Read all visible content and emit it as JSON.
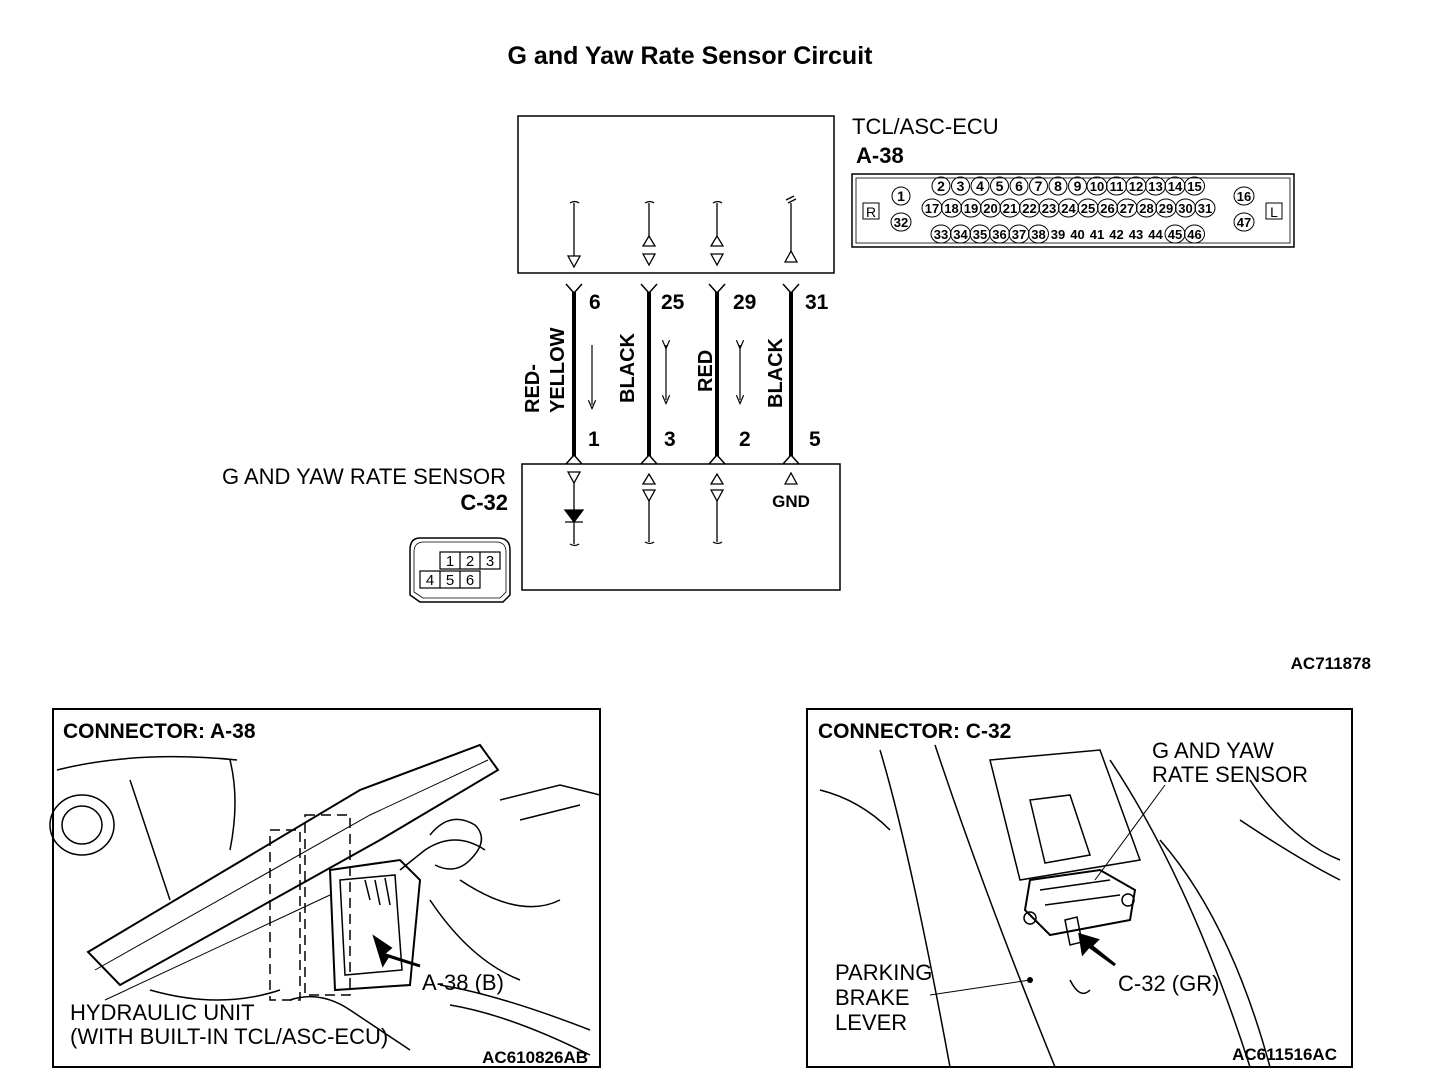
{
  "title": "G and Yaw Rate Sensor Circuit",
  "ecu": {
    "name": "TCL/ASC-ECU",
    "connector": "A-38",
    "side_left": "R",
    "side_right": "L",
    "pins_row1": [
      "2",
      "3",
      "4",
      "5",
      "6",
      "7",
      "8",
      "9",
      "10",
      "11",
      "12",
      "13",
      "14",
      "15"
    ],
    "pins_row2": [
      "17",
      "18",
      "19",
      "20",
      "21",
      "22",
      "23",
      "24",
      "25",
      "26",
      "27",
      "28",
      "29",
      "30",
      "31"
    ],
    "pins_row3": [
      "33",
      "34",
      "35",
      "36",
      "37",
      "38",
      "39",
      "40",
      "41",
      "42",
      "43",
      "44",
      "45",
      "46"
    ],
    "pins_left": [
      "1",
      "32"
    ],
    "pins_right": [
      "16",
      "47"
    ]
  },
  "wires": [
    {
      "ecu_pin": "6",
      "sensor_pin": "1",
      "color_line1": "RED-",
      "color_line2": "YELLOW"
    },
    {
      "ecu_pin": "25",
      "sensor_pin": "3",
      "color_line1": "BLACK",
      "color_line2": ""
    },
    {
      "ecu_pin": "29",
      "sensor_pin": "2",
      "color_line1": "RED",
      "color_line2": ""
    },
    {
      "ecu_pin": "31",
      "sensor_pin": "5",
      "color_line1": "BLACK",
      "color_line2": ""
    }
  ],
  "sensor": {
    "name": "G AND YAW RATE SENSOR",
    "connector": "C-32",
    "gnd_label": "GND",
    "pins_top": [
      "1",
      "2",
      "3"
    ],
    "pins_bottom": [
      "4",
      "5",
      "6"
    ]
  },
  "diagram_code": "AC711878",
  "panel_left": {
    "heading": "CONNECTOR: A-38",
    "callout": "A-38 (B)",
    "label_line1": "HYDRAULIC UNIT",
    "label_line2": "(WITH BUILT-IN TCL/ASC-ECU)",
    "code": "AC610826AB"
  },
  "panel_right": {
    "heading": "CONNECTOR: C-32",
    "sensor_line1": "G AND YAW",
    "sensor_line2": "RATE SENSOR",
    "lever_line1": "PARKING",
    "lever_line2": "BRAKE",
    "lever_line3": "LEVER",
    "callout": "C-32 (GR)",
    "code": "AC611516AC"
  }
}
